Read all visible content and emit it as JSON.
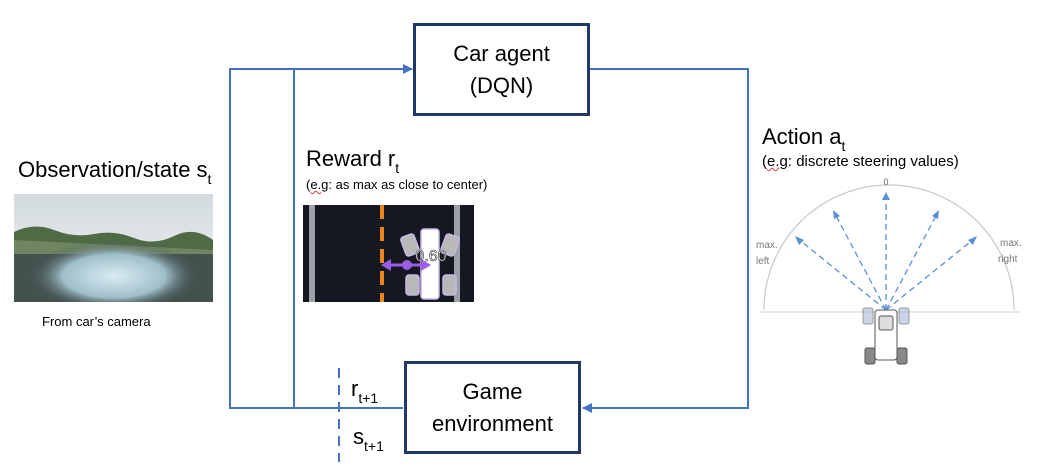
{
  "agent_box": {
    "line1": "Car agent",
    "line2": "(DQN)"
  },
  "env_box": {
    "line1": "Game",
    "line2": "environment"
  },
  "observation": {
    "label": "Observation/state s",
    "sub": "t",
    "caption": "From car’s camera"
  },
  "reward": {
    "label": "Reward r",
    "sub": "t",
    "note_prefix": "e.g",
    "note_rest": ": as max as close to center)",
    "note_open": "(",
    "value": "0.60"
  },
  "action": {
    "label": "Action a",
    "sub": "t",
    "note_prefix": "e.g",
    "note_rest": ": discrete steering values)",
    "note_open": "(",
    "zero": "0",
    "max_left_1": "max.",
    "max_left_2": "left",
    "max_right_1": "max.",
    "max_right_2": "right"
  },
  "next": {
    "r": "r",
    "r_sub": "t+1",
    "s": "s",
    "s_sub": "t+1"
  },
  "colors": {
    "arrow": "#4472c4",
    "box_border": "#1f3864",
    "steer": "#5b8fd6"
  }
}
